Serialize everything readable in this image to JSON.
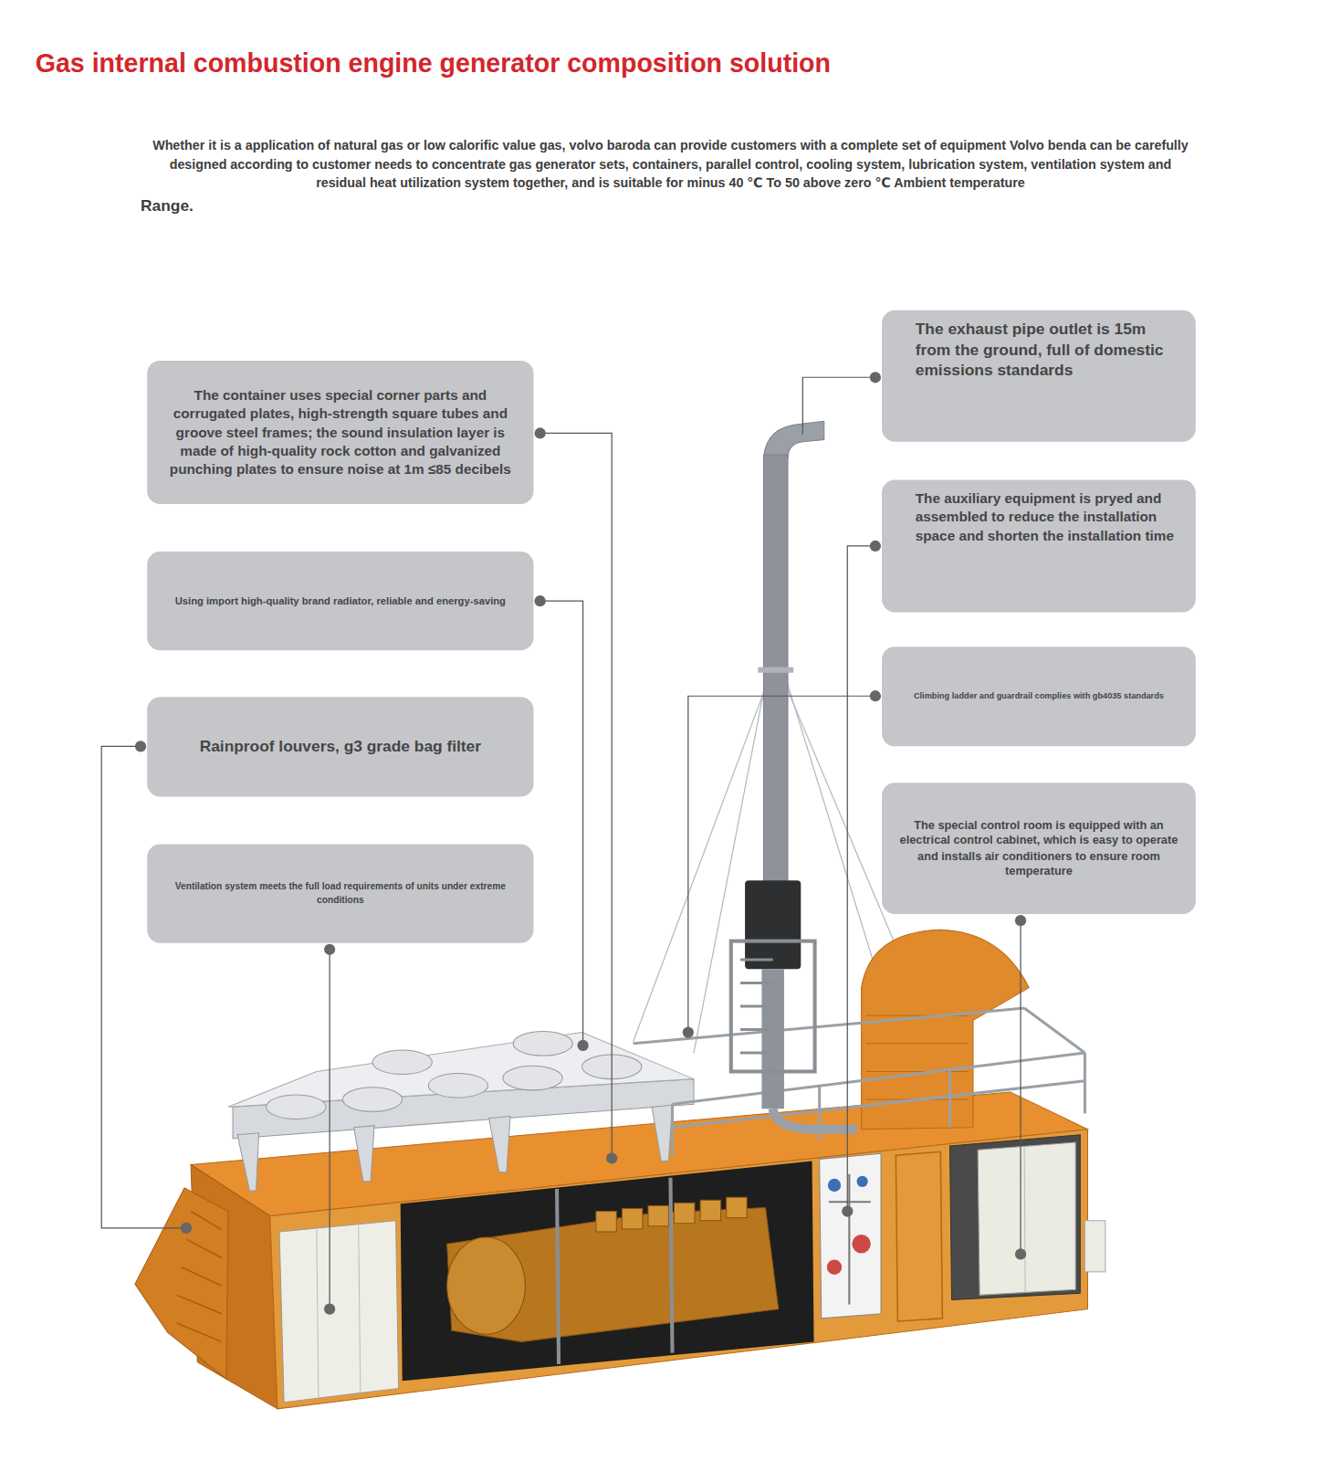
{
  "diagram": {
    "title": "Gas internal combustion engine generator composition solution",
    "nodes": [
      {
        "text": [
          "The container uses special corner parts and corrugated plates, high-strength square tubes and groove steel frames; the sound insulation layer is made of high-quality rock cotton and galvanized punching plates to ensure noise at 1m ≤85 decibels"
        ]
      },
      {
        "text": [
          "Using import high-quality brand radiator, reliable and energy-saving"
        ]
      },
      {
        "text": [
          "Rainproof louvers, g3 grade bag filter"
        ]
      },
      {
        "text": [
          "Ventilation system meets the full load requirements of units under extreme conditions"
        ]
      },
      {
        "text": [
          "The exhaust pipe outlet is 15m from the ground, full of domestic emissions standards"
        ]
      },
      {
        "text": [
          "The auxiliary equipment is pryed and assembled to reduce the installation space and shorten the installation time"
        ]
      },
      {
        "text": [
          "Climbing ladder and guardrail complies with gb4035 standards"
        ]
      },
      {
        "text": [
          "The special control room is equipped with an electrical control cabinet, which is easy to operate and installs air conditioners to ensure room temperature"
        ]
      }
    ],
    "labels": [
      "Whether it is a application of natural gas or low calorific value gas, volvo baroda can provide customers with a complete set of equipment Volvo benda can be carefully designed according to customer needs to concentrate gas generator sets, containers, parallel control, cooling system, lubrication system, ventilation system and residual heat utilization system together, and is suitable for minus 40 ℃ To 50 above zero ℃ Ambient temperature",
      "Range."
    ]
  }
}
